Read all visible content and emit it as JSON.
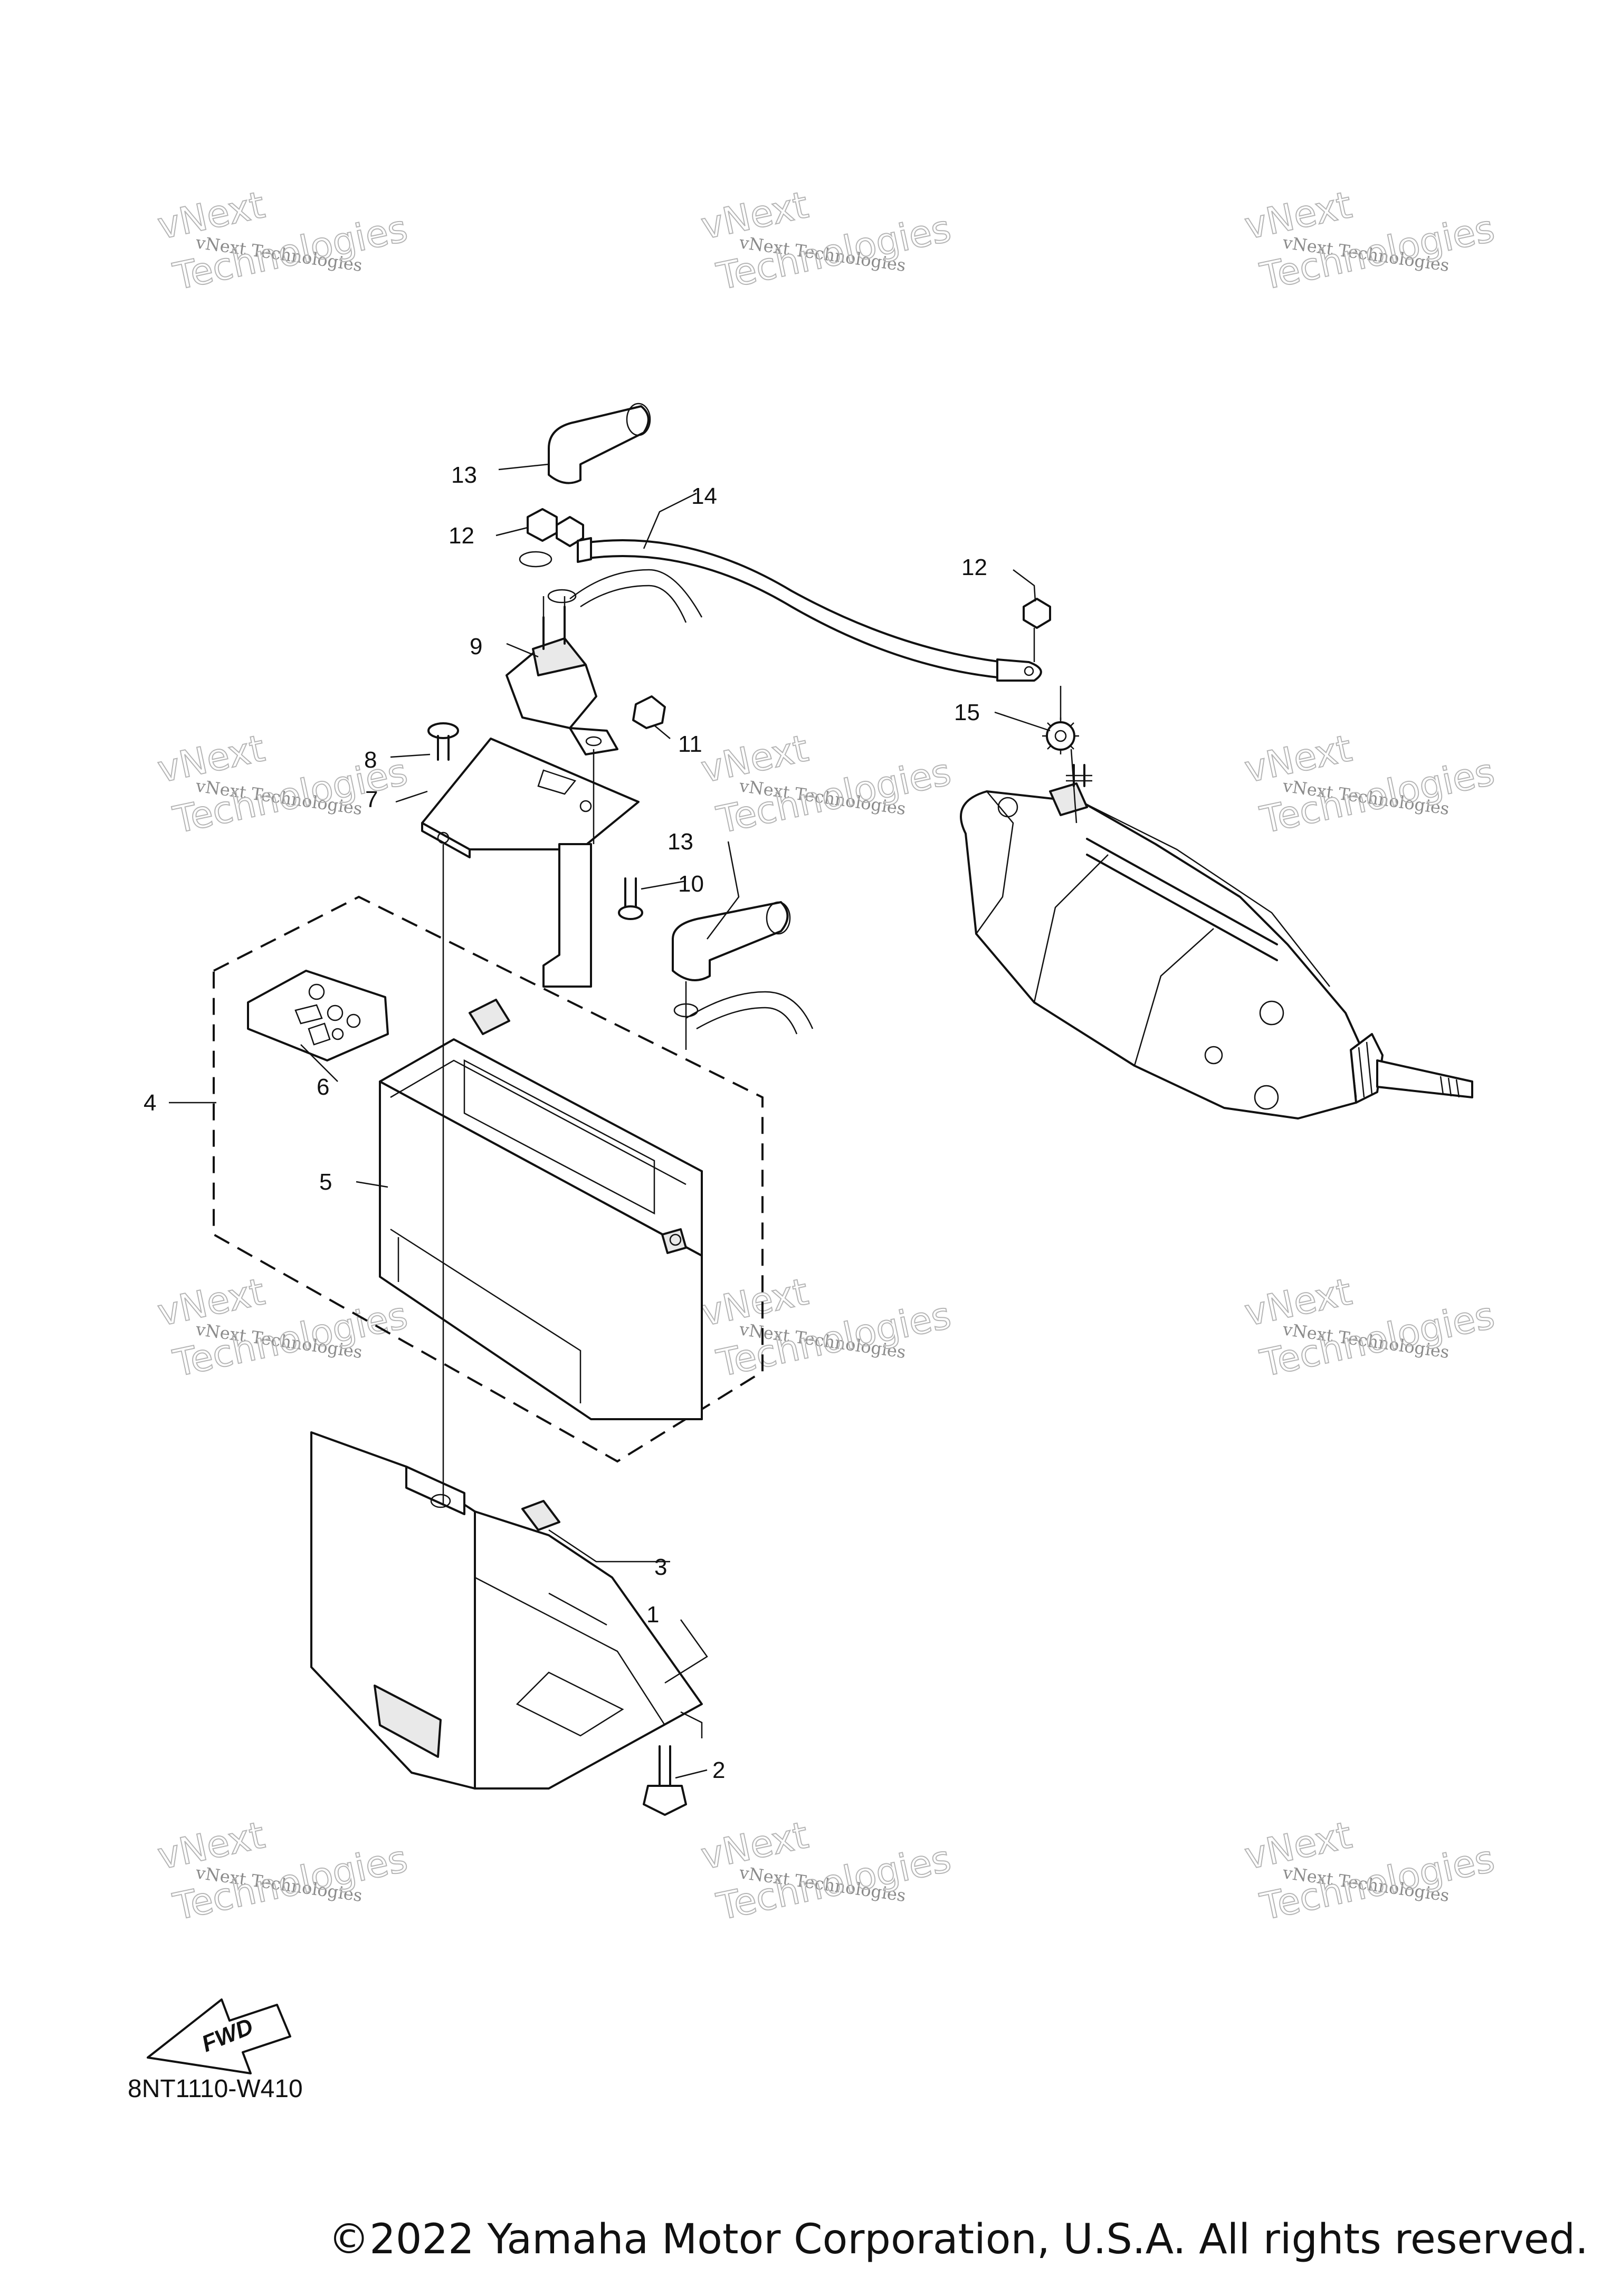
{
  "callouts": {
    "c1": "1",
    "c2": "2",
    "c3": "3",
    "c4": "4",
    "c5": "5",
    "c6": "6",
    "c7": "7",
    "c8": "8",
    "c9": "9",
    "c10": "10",
    "c11": "11",
    "c12a": "12",
    "c12b": "12",
    "c13a": "13",
    "c13b": "13",
    "c14": "14",
    "c15": "15"
  },
  "watermark": {
    "line1": "vNext",
    "line2": "vNext Technologies",
    "line3": "Technologies"
  },
  "fwd_label": "FWD",
  "part_code": "8NT1110-W410",
  "copyright": "©2022 Yamaha Motor Corporation, U.S.A. All rights reserved."
}
